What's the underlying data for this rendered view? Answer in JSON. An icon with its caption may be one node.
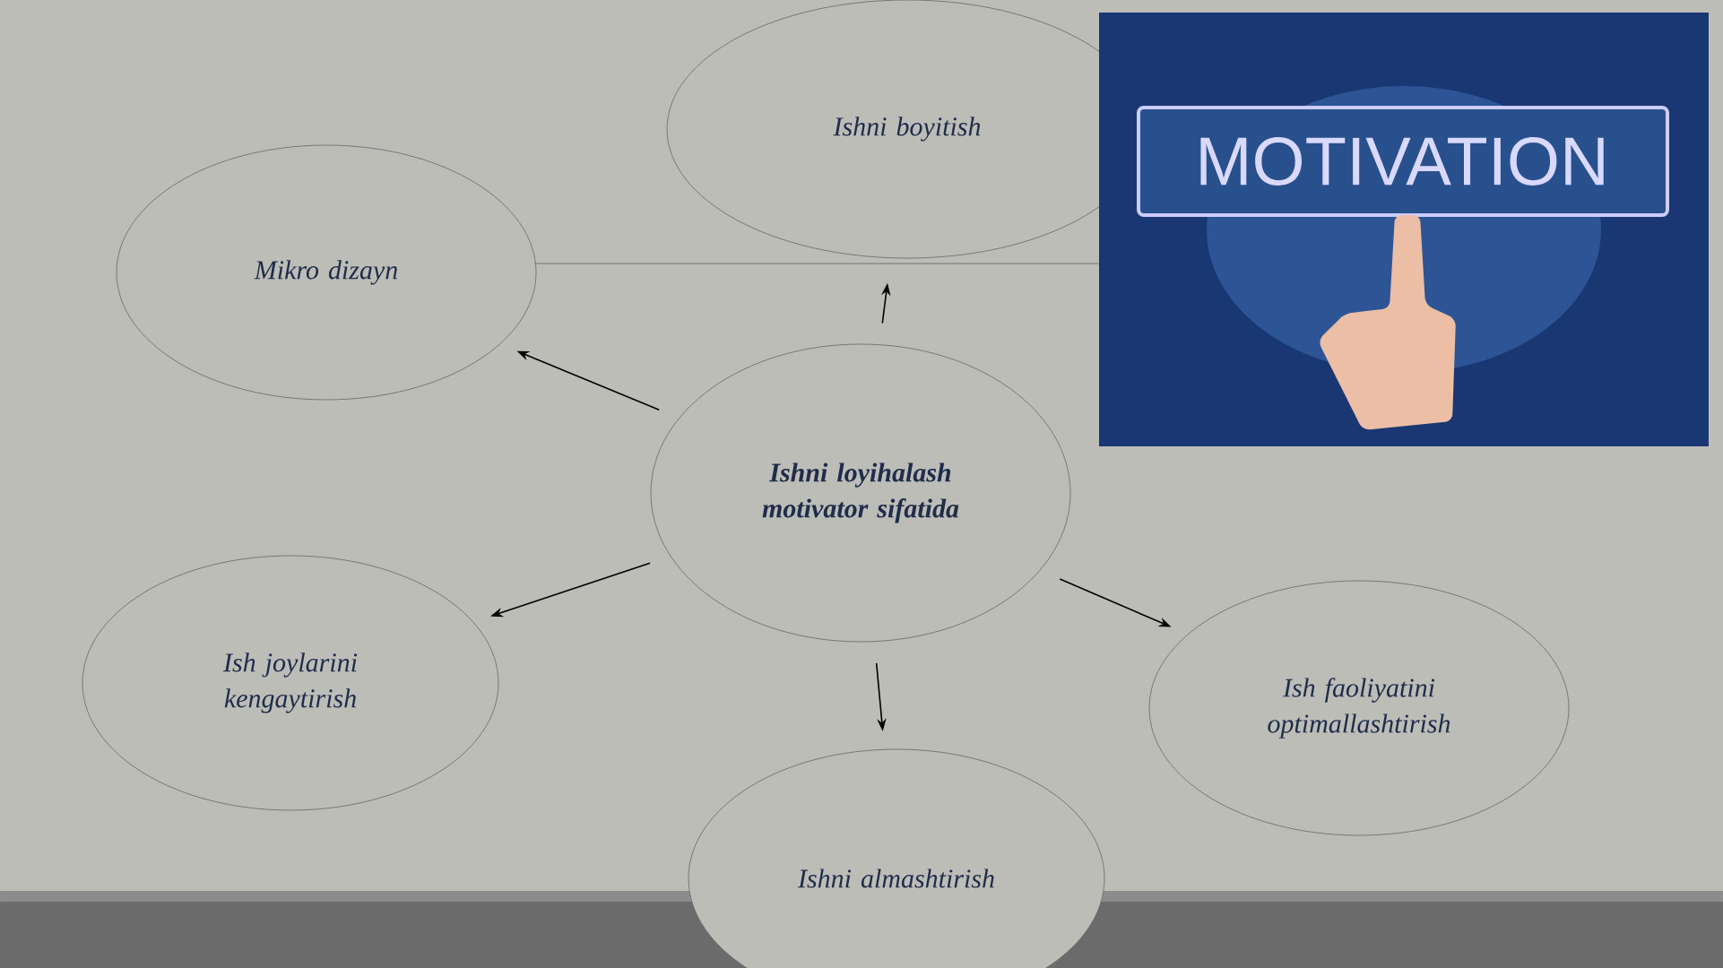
{
  "diagram": {
    "nodes": [
      {
        "text": [
          "Ishni loyihalash motivator sifatida"
        ]
      },
      {
        "text": [
          "Ishni boyitish"
        ]
      },
      {
        "text": [
          "Mikro dizayn"
        ]
      },
      {
        "text": [
          "Ish joylarini kengaytirish"
        ]
      },
      {
        "text": [
          "Ishni almashtirish"
        ]
      },
      {
        "text": [
          "Ish faoliyatini optimallashtirish"
        ]
      },
      {
        "text": [
          "MOTIVATION"
        ]
      }
    ],
    "edges": [
      {
        "from": 0,
        "to": 1,
        "arrow": "to"
      },
      {
        "from": 0,
        "to": 2,
        "arrow": "to"
      },
      {
        "from": 0,
        "to": 3,
        "arrow": "to"
      },
      {
        "from": 0,
        "to": 4,
        "arrow": "to"
      },
      {
        "from": 0,
        "to": 5,
        "arrow": "to"
      },
      {
        "from": 2,
        "to": 6,
        "arrow": "none",
        "color": "#737373"
      }
    ]
  }
}
